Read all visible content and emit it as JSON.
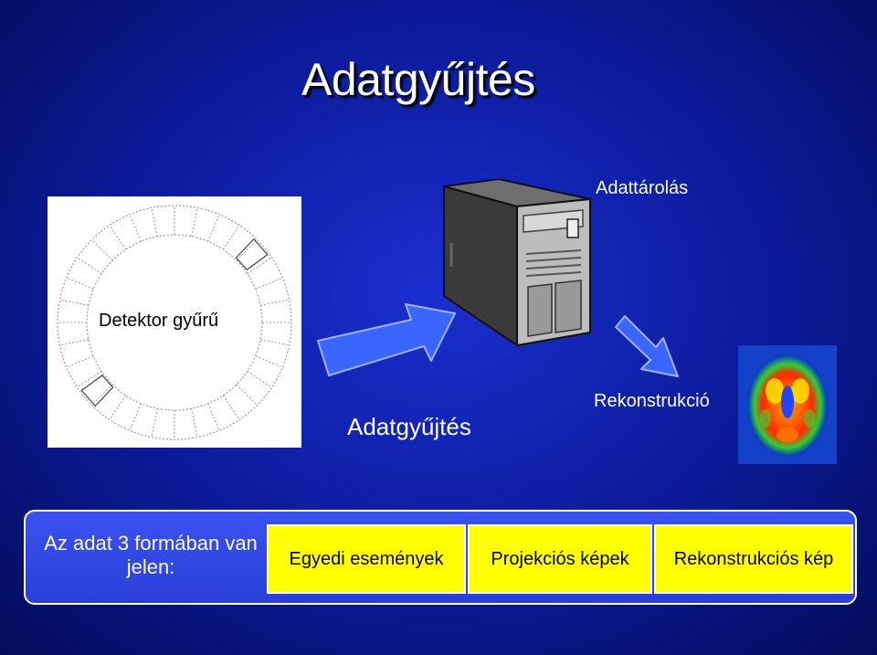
{
  "slide": {
    "title": "Adatgyűjtés"
  },
  "diagram": {
    "ring_label": "Detektor gyűrű",
    "storage_label": "Adattárolás",
    "acquisition_label": "Adatgyűjtés",
    "reconstruction_label": "Rekonstrukció"
  },
  "info": {
    "text": "Az adat 3 formában van jelen:",
    "forms": [
      "Egyedi események",
      "Projekciós képek",
      "Rekonstrukciós kép"
    ]
  },
  "colors": {
    "background": "#0b1a98",
    "arrow": "#3a66ff",
    "highlight": "#ffff00",
    "info_box": "#3a52f0"
  },
  "icons": [
    "detector-ring-icon",
    "computer-tower-icon",
    "arrow-icon",
    "pet-brain-scan-icon"
  ]
}
